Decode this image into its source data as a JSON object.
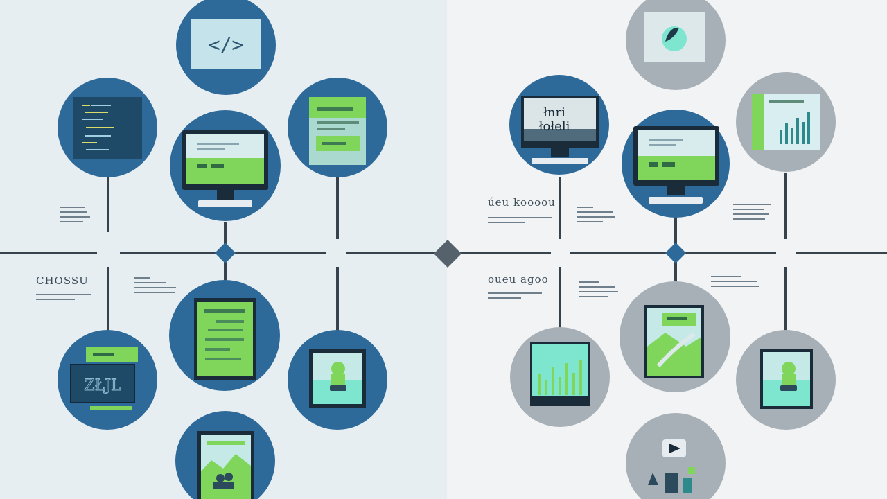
{
  "colors": {
    "bg_left": "#e7eef1",
    "bg_right": "#f1f3f4",
    "node_blue": "#2e6a99",
    "node_gray": "#a8b0b7",
    "line": "#36434d",
    "accent_green": "#7fd65a",
    "accent_mint": "#7ee6cf"
  },
  "captions": {
    "left_lower": "CHOSSU",
    "right_upper": "úeu koooou",
    "right_lower": "oueu agoo"
  },
  "code_glyph": "</>",
  "screen_glyphs": "łnri\nłołeli",
  "sign_glyphs": "ZŁJL",
  "nodes_left": [
    "code-window",
    "code-editor",
    "browser-page",
    "desktop-monitor",
    "tablet-layout",
    "mockup-sign",
    "tablet-avatar",
    "landscape-card"
  ],
  "nodes_right": [
    "image-frame",
    "monitor-text",
    "analytics-chart",
    "desktop-monitor",
    "chart-card",
    "tablet-landscape",
    "tablet-avatar",
    "media-play"
  ]
}
